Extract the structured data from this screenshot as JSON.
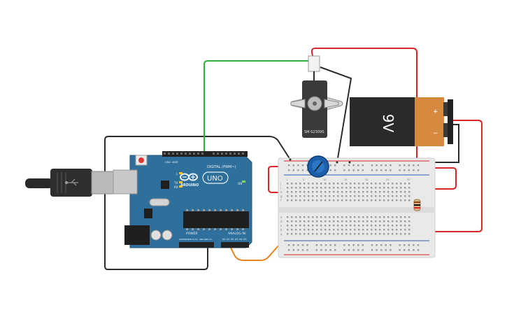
{
  "arduino": {
    "logo_text": "ARDUINO",
    "model": "UNO",
    "digital_label": "DIGITAL (PWM~)",
    "power_label": "POWER",
    "analog_label": "ANALOG IN",
    "pin_labels": {
      "tx": "TX",
      "rx": "RX",
      "l": "L",
      "on": "ON",
      "aref": "AREF",
      "gnd": "GND"
    },
    "analog_pins": [
      "A0",
      "A1",
      "A2",
      "A3",
      "A4",
      "A5"
    ],
    "power_pins": [
      "IOREF",
      "RESET",
      "3.3V",
      "5V",
      "GND",
      "GND",
      "Vin"
    ]
  },
  "servo": {
    "model": "SM-S2309S"
  },
  "battery": {
    "label": "9V",
    "plus": "+",
    "minus": "−"
  },
  "breadboard": {
    "row_letters_top": [
      "j",
      "i",
      "h",
      "g",
      "f"
    ],
    "row_letters_bottom": [
      "e",
      "d",
      "c",
      "b",
      "a"
    ],
    "column_numbers": [
      "1",
      "5",
      "10",
      "15",
      "20",
      "25",
      "30"
    ]
  },
  "colors": {
    "arduino_board": "#2f6f9c",
    "wire_green": "#2bb33a",
    "wire_red": "#d9262b",
    "wire_black": "#2b2b2b",
    "wire_orange": "#e8831a",
    "battery_black": "#2a2a2a",
    "battery_copper": "#d58a3f",
    "potentiometer": "#1d5ea8"
  }
}
